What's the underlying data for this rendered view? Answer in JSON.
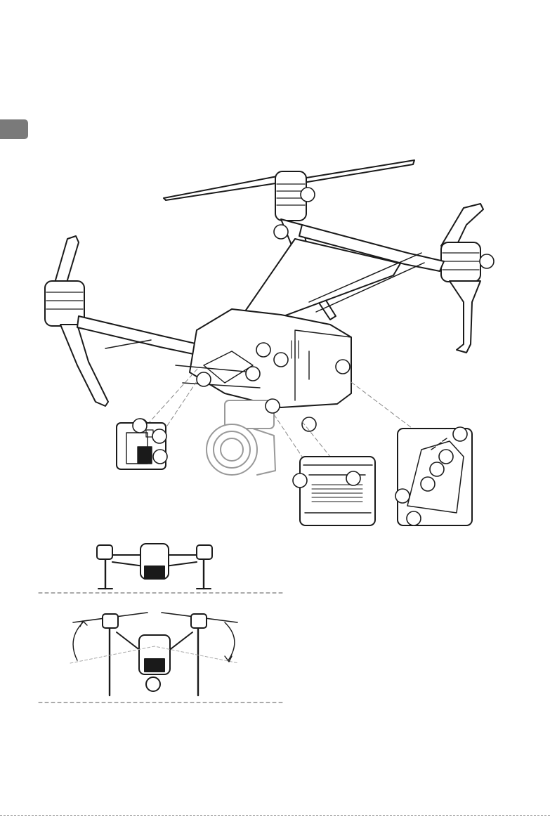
{
  "page": {
    "section_tab_color": "#7a7a7a",
    "line_color": "#1a1a1a"
  },
  "illustrations": {
    "main": {
      "subject": "aircraft-drone",
      "callouts": [
        "",
        "",
        "",
        "",
        "",
        "",
        "",
        "",
        "",
        "",
        ""
      ]
    },
    "inset_left": {
      "callouts": [
        "",
        "",
        ""
      ]
    },
    "inset_middle": {
      "callouts": [
        "",
        ""
      ]
    },
    "inset_right": {
      "callouts": [
        "",
        "",
        "",
        "",
        "",
        ""
      ]
    },
    "front_view_landed": {
      "subject": "drone-front-view-landing-gear-down"
    },
    "front_view_transform": {
      "subject": "drone-front-view-landing-gear-raised"
    }
  }
}
